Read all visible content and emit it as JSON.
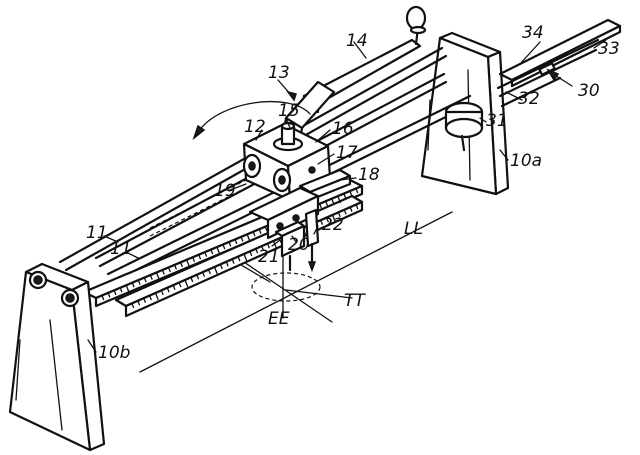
{
  "labels": {
    "l13": "13",
    "l14": "14",
    "l34": "34",
    "l33": "33",
    "l30": "30",
    "l32": "32",
    "l31": "31",
    "l10a": "10a",
    "l12": "12",
    "l15": "15",
    "l16": "16",
    "l17": "17",
    "l18": "18",
    "l19": "19",
    "l11a": "11",
    "l11b": "11",
    "l22": "22",
    "l21": "21",
    "l20": "20",
    "lLL": "LL",
    "lTT": "TT",
    "lEE": "EE",
    "l10b": "10b"
  }
}
